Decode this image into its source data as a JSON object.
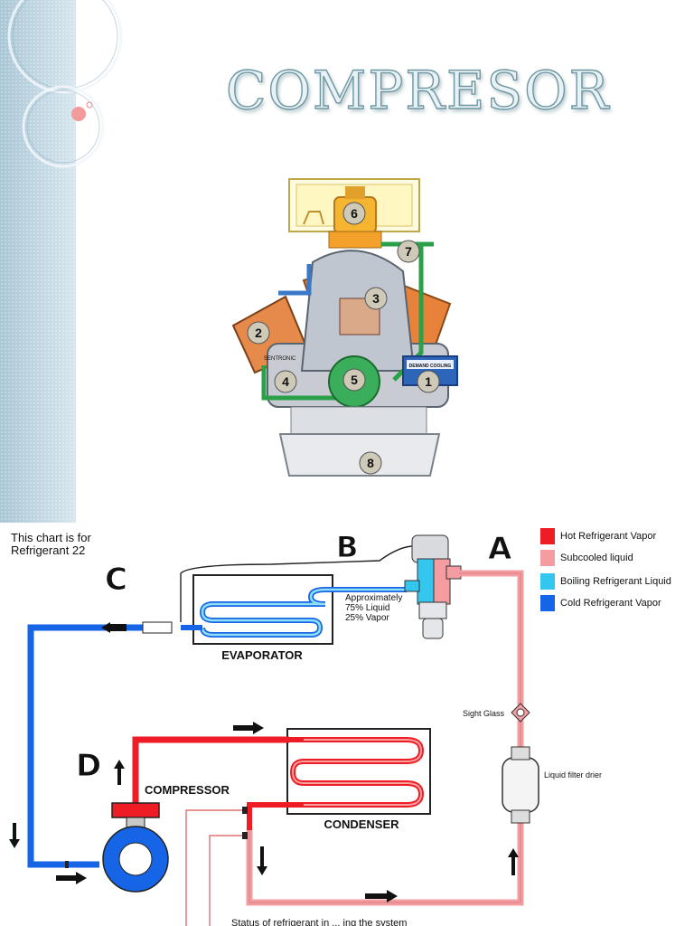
{
  "slide": {
    "title": "COMPRESOR"
  },
  "compressor_callouts": [
    "1",
    "2",
    "3",
    "4",
    "5",
    "6",
    "7",
    "8"
  ],
  "compressor_labels": {
    "demand_cooling": "DEMAND COOLING",
    "sentronic": "SENTRONIC"
  },
  "cycle": {
    "note_line1": "This chart is for",
    "note_line2": "Refrigerant 22",
    "letters": {
      "a": "A",
      "b": "B",
      "c": "C",
      "d": "D"
    },
    "evaporator": "EVAPORATOR",
    "condenser": "CONDENSER",
    "compressor": "COMPRESSOR",
    "approx_line1": "Approximately",
    "approx_line2": "75% Liquid",
    "approx_line3": "25% Vapor",
    "sight_glass": "Sight Glass",
    "filter_drier": "Liquid filter drier",
    "bottom_text": "Status of refrigerant in ... ing the system"
  },
  "legend": [
    {
      "label": "Hot Refrigerant Vapor",
      "color": "#ee1c24"
    },
    {
      "label": "Subcooled liquid",
      "color": "#f49ca0"
    },
    {
      "label": "Boiling Refrigerant Liquid",
      "color": "#33c6ef"
    },
    {
      "label": "Cold Refrigerant Vapor",
      "color": "#1565e6"
    }
  ],
  "colors": {
    "hot_vapor": "#ee1c24",
    "subcooled": "#f49ca0",
    "boiling": "#33c6ef",
    "cold_vapor": "#1565e6"
  }
}
